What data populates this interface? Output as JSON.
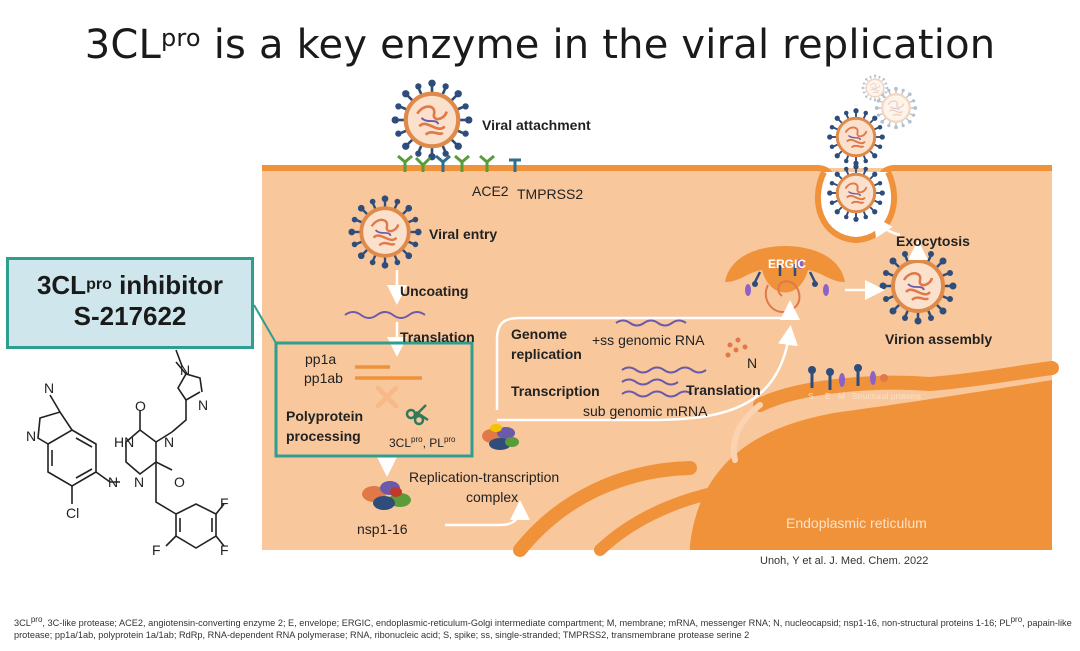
{
  "title": {
    "main": "3CL",
    "sup": "pro",
    "rest": " is a key enzyme in the viral replication"
  },
  "inhibitor": {
    "line1_main": "3CL",
    "line1_sup": "pro",
    "line1_rest": " inhibitor",
    "line2": "S-217622"
  },
  "labels": {
    "viral_attachment": "Viral attachment",
    "ace2": "ACE2",
    "tmprss2": "TMPRSS2",
    "viral_entry": "Viral entry",
    "uncoating": "Uncoating",
    "translation1": "Translation",
    "pp1a": "pp1a",
    "pp1ab": "pp1ab",
    "polyprotein_1": "Polyprotein",
    "polyprotein_2": "processing",
    "proteases_a": "3CL",
    "proteases_sup1": "pro",
    "proteases_b": ", PL",
    "proteases_sup2": "pro",
    "rtc_1": "Replication-transcription",
    "rtc_2": "complex",
    "nsp": "nsp1-16",
    "genome_1": "Genome",
    "genome_2": "replication",
    "ss_rna": "+ss genomic RNA",
    "n": "N",
    "transcription": "Transcription",
    "sub_mrna": "sub genomic mRNA",
    "translation2": "Translation",
    "ergic": "ERGIC",
    "exocytosis": "Exocytosis",
    "virion_assembly": "Virion assembly",
    "er": "Endoplasmic reticulum",
    "s": "S",
    "e": "E",
    "m": "M",
    "structural": "Structural proteins"
  },
  "molecule": {
    "n1": "N",
    "n2": "N",
    "n3": "N",
    "n4": "N",
    "n5": "N",
    "n6": "N",
    "n7": "N",
    "hn": "HN",
    "o1": "O",
    "o2": "O",
    "cl": "Cl",
    "f1": "F",
    "f2": "F",
    "f3": "F"
  },
  "citation": "Unoh, Y et al. J. Med. Chem. 2022",
  "footnote": {
    "a": "3CL",
    "a_sup": "pro",
    "b": ", 3C-like protease; ACE2, angiotensin-converting enzyme 2; E, envelope; ERGIC, endoplasmic-reticulum-Golgi intermediate compartment; M, membrane; mRNA, messenger RNA; N, nucleocapsid; nsp1-16, non-structural proteins 1-16; PL",
    "b_sup": "pro",
    "c": ", papain-like protease; pp1a/1ab, polyprotein 1a/1ab; RdRp, RNA-dependent RNA polymerase; RNA, ribonucleic acid; S, spike; ss, single-stranded; TMPRSS2, transmembrane protease serine 2"
  },
  "colors": {
    "cell": "#f9c79c",
    "membrane": "#f0923a",
    "teal": "#2e9e8f",
    "inhibitor_box": "#cfe6ec",
    "virus_spike": "#2f4d7a",
    "rna": "#6a5aa8"
  }
}
